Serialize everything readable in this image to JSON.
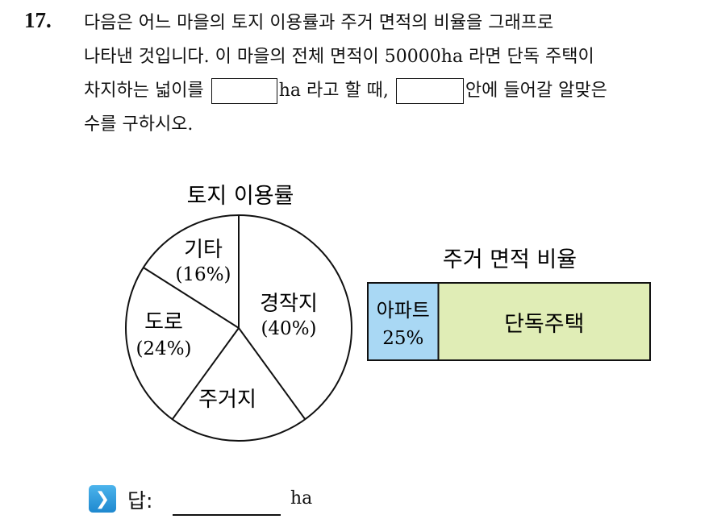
{
  "question": {
    "number": "17.",
    "line1": "다음은 어느 마을의 토지 이용률과 주거 면적의 비율을 그래프로",
    "line2": "나타낸 것입니다. 이 마을의 전체 면적이 50000ha 라면 단독 주택이",
    "line3_a": "차지하는 넓이를",
    "line3_b": "ha 라고 할 때,",
    "line3_c": "안에 들어갈 알맞은",
    "line4": "수를 구하시오."
  },
  "chart_data": [
    {
      "type": "pie",
      "title": "토지 이용률",
      "slices": [
        {
          "label": "경작지",
          "value": 40,
          "value_label": "(40%)"
        },
        {
          "label": "주거지",
          "value": 20,
          "value_label": ""
        },
        {
          "label": "도로",
          "value": 24,
          "value_label": "(24%)"
        },
        {
          "label": "기타",
          "value": 16,
          "value_label": "(16%)"
        }
      ]
    },
    {
      "type": "bar",
      "orientation": "horizontal-stacked",
      "title": "주거 면적 비율",
      "segments": [
        {
          "label": "아파트",
          "value": 25,
          "value_label": "25%",
          "color": "#a9d8f4"
        },
        {
          "label": "단독주택",
          "value": 75,
          "value_label": "",
          "color": "#e0edb6"
        }
      ]
    }
  ],
  "answer": {
    "icon": "chevron-right-icon",
    "label": "답:",
    "unit": "ha"
  }
}
